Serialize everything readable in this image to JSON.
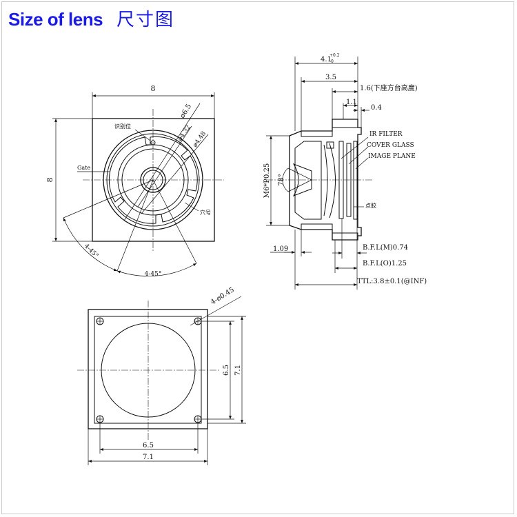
{
  "title": {
    "en": "Size of lens",
    "cn": "尺寸图"
  },
  "top_view": {
    "width": "8",
    "height": "8",
    "d_outer": "⌀6.5",
    "d_mid": "⌀4.32",
    "d_inner": "⌀4.48",
    "mark": "识别位",
    "gate": "Gate",
    "hole": "穴号",
    "angle_left": "4-45°",
    "angle_bottom": "4-45°"
  },
  "side_view": {
    "total_w": "4.1",
    "tol": "+0.2",
    "tol_lo": "-0",
    "w35": "3.5",
    "h16": "1.6(下座方台高度)",
    "w11": "1.1",
    "w04": "0.4",
    "ir": "IR FILTER",
    "cover": "COVER GLASS",
    "image": "IMAGE PLANE",
    "thread": "M6*P0.25",
    "fov": "78°",
    "glue": "点胶",
    "w109": "1.09",
    "bflm": "B.F.L(M)0.74",
    "bflo": "B.F.L(O)1.25",
    "ttl": "TTL:3.8±0.1(@INF)"
  },
  "bottom_view": {
    "holes": "4-⌀0.45",
    "w65": "6.5",
    "w71": "7.1",
    "h65": "6.5",
    "h71": "7.1"
  }
}
